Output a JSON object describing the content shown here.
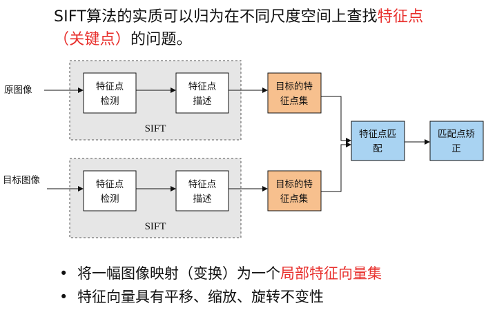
{
  "heading": {
    "lead": "SIFT算法的实质可以归为在不同尺度空间上查找",
    "highlight1": "特征点",
    "highlight2": "（关键点）",
    "tail": "的问题。"
  },
  "diagram": {
    "inputs": {
      "top": "原图像",
      "bottom": "目标图像"
    },
    "pipelines": [
      {
        "detect": [
          "特征点",
          "检测"
        ],
        "describe": [
          "特征点",
          "描述"
        ],
        "group_label": "SIFT",
        "output": [
          "目标的特",
          "征点集"
        ]
      },
      {
        "detect": [
          "特征点",
          "检测"
        ],
        "describe": [
          "特征点",
          "描述"
        ],
        "group_label": "SIFT",
        "output": [
          "目标的特",
          "征点集"
        ]
      }
    ],
    "match": [
      "特征点匹",
      "配"
    ],
    "correct": [
      "匹配点矫",
      "正"
    ],
    "colors": {
      "group_fill": "#e6e6e6",
      "output_fill": "#f7c08e",
      "match_fill": "#a9d3f2",
      "highlight": "#e8302d"
    }
  },
  "bullets": [
    {
      "text": "将一幅图像映射（变换）为一个",
      "highlight": "局部特征向量集"
    },
    {
      "text": "特征向量具有平移、缩放、旋转不变性",
      "highlight": ""
    }
  ]
}
